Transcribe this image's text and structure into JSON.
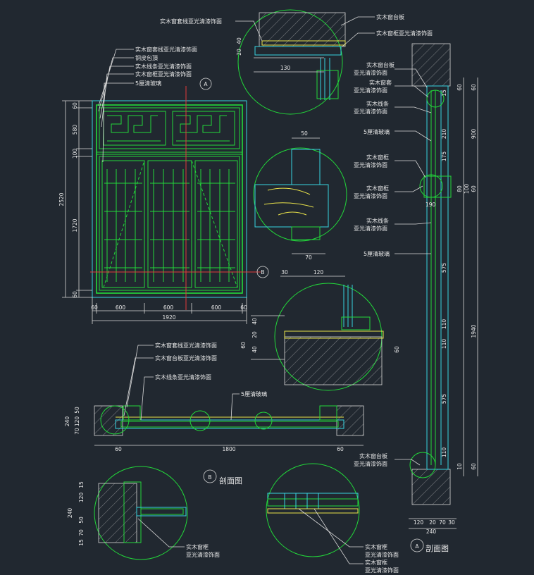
{
  "labels": {
    "glass_5mm": "5厘清玻璃",
    "wood_window_sill_board": "实木窗台板",
    "wood_sill_board_long": "实木窗台板亚光清漆饰面",
    "wood_frame_long": "实木窗框亚光清漆饰面",
    "wood_trim_long": "实木窗套线亚光清漆饰面",
    "wood_strip_long": "实木线条亚光清漆饰面",
    "copper_cap": "铜皮包頂",
    "wood_sill": "实木窗台板",
    "wood_frame": "实木窗框",
    "wood_trim": "实木窗套",
    "wood_strip": "实木线条",
    "finish": "亚光清漆饰面",
    "section_a_marker": "A",
    "section_b_marker": "B",
    "section_caption": "剖面图"
  },
  "elevation_dims": {
    "total_height": "2520",
    "upper": "580",
    "lower": "1720",
    "mid": "100",
    "top_frame": "60",
    "bottom_frame": "60",
    "widths": [
      "60",
      "600",
      "600",
      "600",
      "60"
    ],
    "total_width": "1920"
  },
  "section_b_dims": {
    "total_width": "1800",
    "side_left": "60",
    "side_right": "60",
    "height_total": "240",
    "parts": [
      "50",
      "120",
      "70"
    ]
  },
  "section_a_dims": {
    "right_top": [
      "60",
      "60"
    ],
    "right_mid": [
      "900",
      "80",
      "100",
      "60"
    ],
    "right_low": "1940",
    "right_bottom": [
      "10",
      "60"
    ],
    "inner": [
      "15",
      "210",
      "175",
      "575",
      "110",
      "110",
      "575",
      "110",
      "190"
    ],
    "bottom": [
      "120",
      "20",
      "70",
      "30"
    ],
    "bottom_total": "240"
  },
  "detail_dims": {
    "d1_w": "130",
    "d1_h": [
      "40",
      "20"
    ],
    "d2_w": [
      "50",
      "70"
    ],
    "d3_h": [
      "40",
      "20",
      "40",
      "60",
      "60"
    ],
    "d3_w": [
      "30",
      "120"
    ],
    "d4_h": [
      "15",
      "120",
      "240",
      "50",
      "70",
      "15"
    ]
  }
}
